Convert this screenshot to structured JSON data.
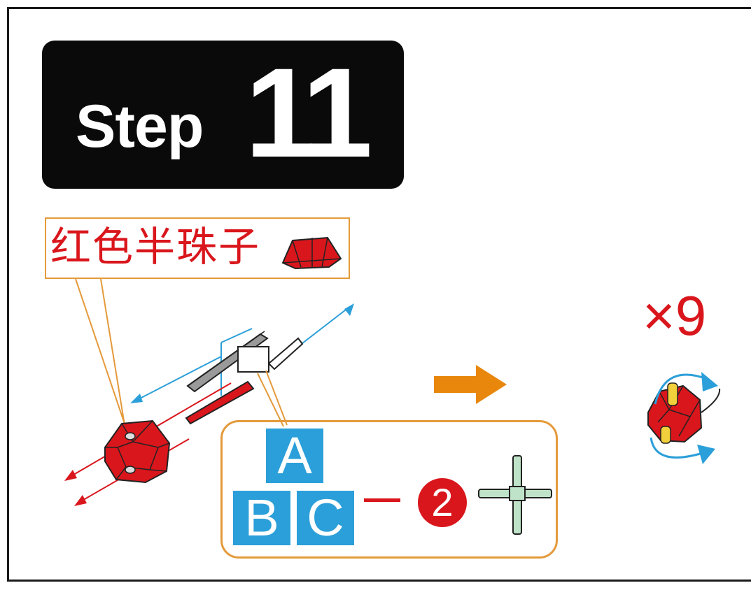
{
  "step": {
    "word": "Step",
    "number": "11"
  },
  "bead_label": "红色半珠子",
  "multiplier": "×9",
  "parts": {
    "letters": [
      "A",
      "B",
      "C"
    ],
    "dash": "–",
    "number": "2"
  },
  "colors": {
    "red": "#d9161c",
    "blue": "#2b9fd9",
    "orange": "#e8870c",
    "frame": "#e49a3a",
    "green": "#bfe3c8"
  },
  "icons": [
    "red-half-bead-icon",
    "arrow-right-icon",
    "cross-connector-icon",
    "rotate-arrow-icon"
  ]
}
